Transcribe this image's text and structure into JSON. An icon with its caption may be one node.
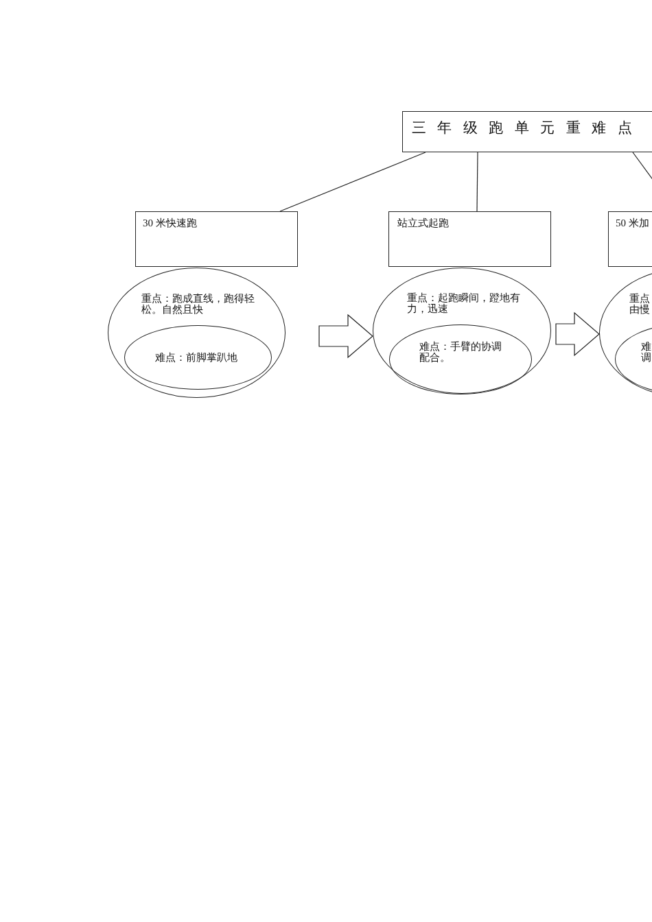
{
  "diagram": {
    "nodes": [
      {
        "text": [
          "三 年 级  跑 单 元  重 难 点"
        ]
      },
      {
        "text": [
          "30 米快速跑"
        ]
      },
      {
        "text": [
          "重点：跑成直线，跑得轻松。自然且快"
        ]
      },
      {
        "text": [
          "难点：前脚掌趴地"
        ],
        "in": 2
      },
      {
        "text": [
          "站立式起跑"
        ]
      },
      {
        "text": [
          "重点：起跑瞬间，蹬地有力，迅速"
        ]
      },
      {
        "text": [
          "难点：手臂的协调配合。"
        ],
        "in": 5
      },
      {
        "text": [
          "50 米加"
        ]
      },
      {
        "text": [
          "重点由慢"
        ]
      },
      {
        "text": [
          "难调"
        ],
        "in": 8
      }
    ],
    "edges": [
      {
        "from": 0,
        "to": 1,
        "arrow": "none"
      },
      {
        "from": 0,
        "to": 4,
        "arrow": "none"
      },
      {
        "from": 0,
        "to": 7,
        "arrow": "none"
      },
      {
        "from": 2,
        "to": 5,
        "arrow": "to"
      },
      {
        "from": 5,
        "to": 8,
        "arrow": "to"
      }
    ]
  }
}
